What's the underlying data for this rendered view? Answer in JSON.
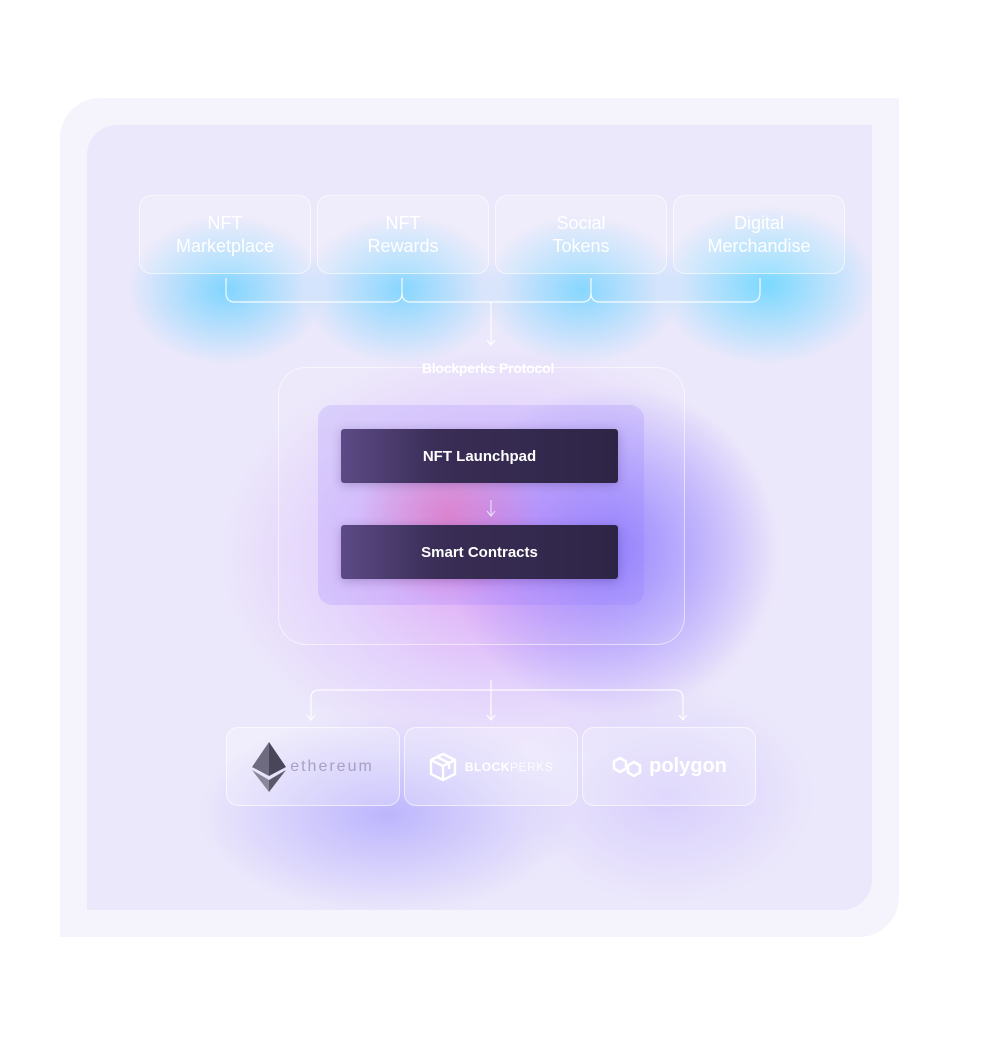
{
  "top_cards": [
    {
      "label": "NFT\nMarketplace"
    },
    {
      "label": "NFT\nRewards"
    },
    {
      "label": "Social\nTokens"
    },
    {
      "label": "Digital\nMerchandise"
    }
  ],
  "protocol": {
    "title": "Blockperks Protocol",
    "steps": [
      {
        "label": "NFT Launchpad"
      },
      {
        "label": "Smart Contracts"
      }
    ]
  },
  "chains": [
    {
      "name": "ethereum",
      "icon": "ethereum-icon"
    },
    {
      "name": "BLOCK",
      "name_suffix": "PERKS",
      "icon": "blockperks-icon"
    },
    {
      "name": "polygon",
      "icon": "polygon-icon"
    }
  ],
  "colors": {
    "cyan_glow": "#7fd9ff",
    "magenta_glow": "#e16bf0",
    "violet_glow": "#8a7dff",
    "dark_box": "#2e2546"
  }
}
